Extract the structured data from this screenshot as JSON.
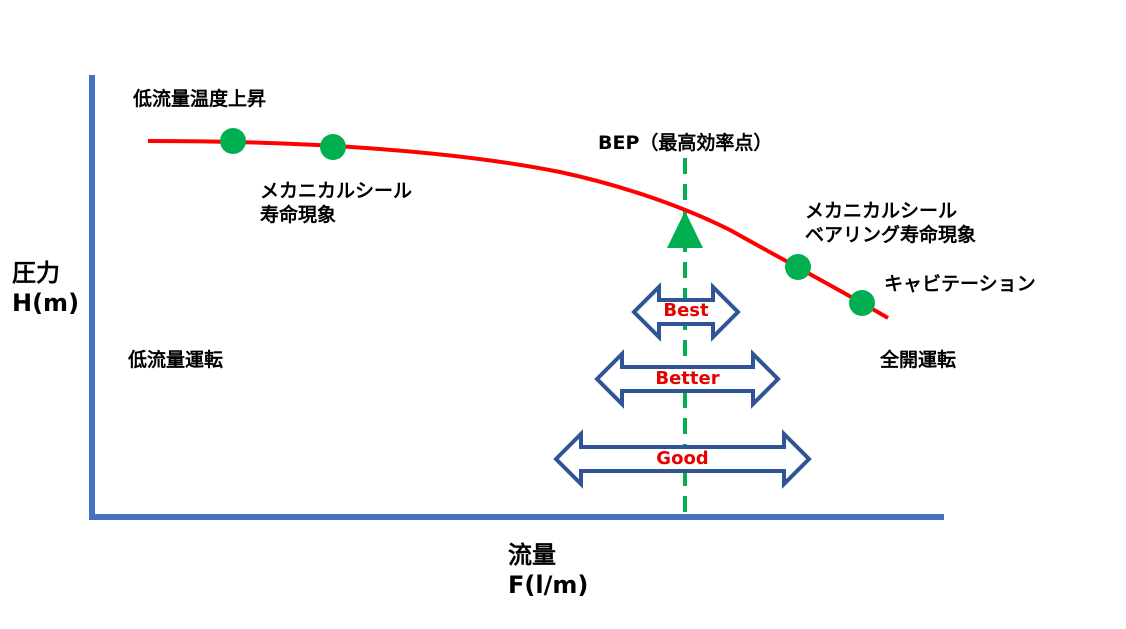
{
  "axes": {
    "y_label_line1": "圧力",
    "y_label_line2": "H(m)",
    "x_label_line1": "流量",
    "x_label_line2": "F(l/m)",
    "axis_color": "#4472c4"
  },
  "curve": {
    "color": "#ff0000"
  },
  "markers": {
    "color": "#00b050"
  },
  "bep": {
    "label": "BEP（最高効率点）",
    "line_color": "#00b050"
  },
  "annotations": {
    "low_flow_temp": "低流量温度上昇",
    "mech_seal_left_line1": "メカニカルシール",
    "mech_seal_left_line2": "寿命現象",
    "mech_seal_right_line1": "メカニカルシール",
    "mech_seal_right_line2": "ベアリング寿命現象",
    "cavitation": "キャビテーション",
    "low_flow_operation": "低流量運転",
    "full_open_operation": "全開運転"
  },
  "ranges": {
    "best": "Best",
    "better": "Better",
    "good": "Good",
    "arrow_stroke": "#2f5597",
    "label_color": "#e60000"
  }
}
